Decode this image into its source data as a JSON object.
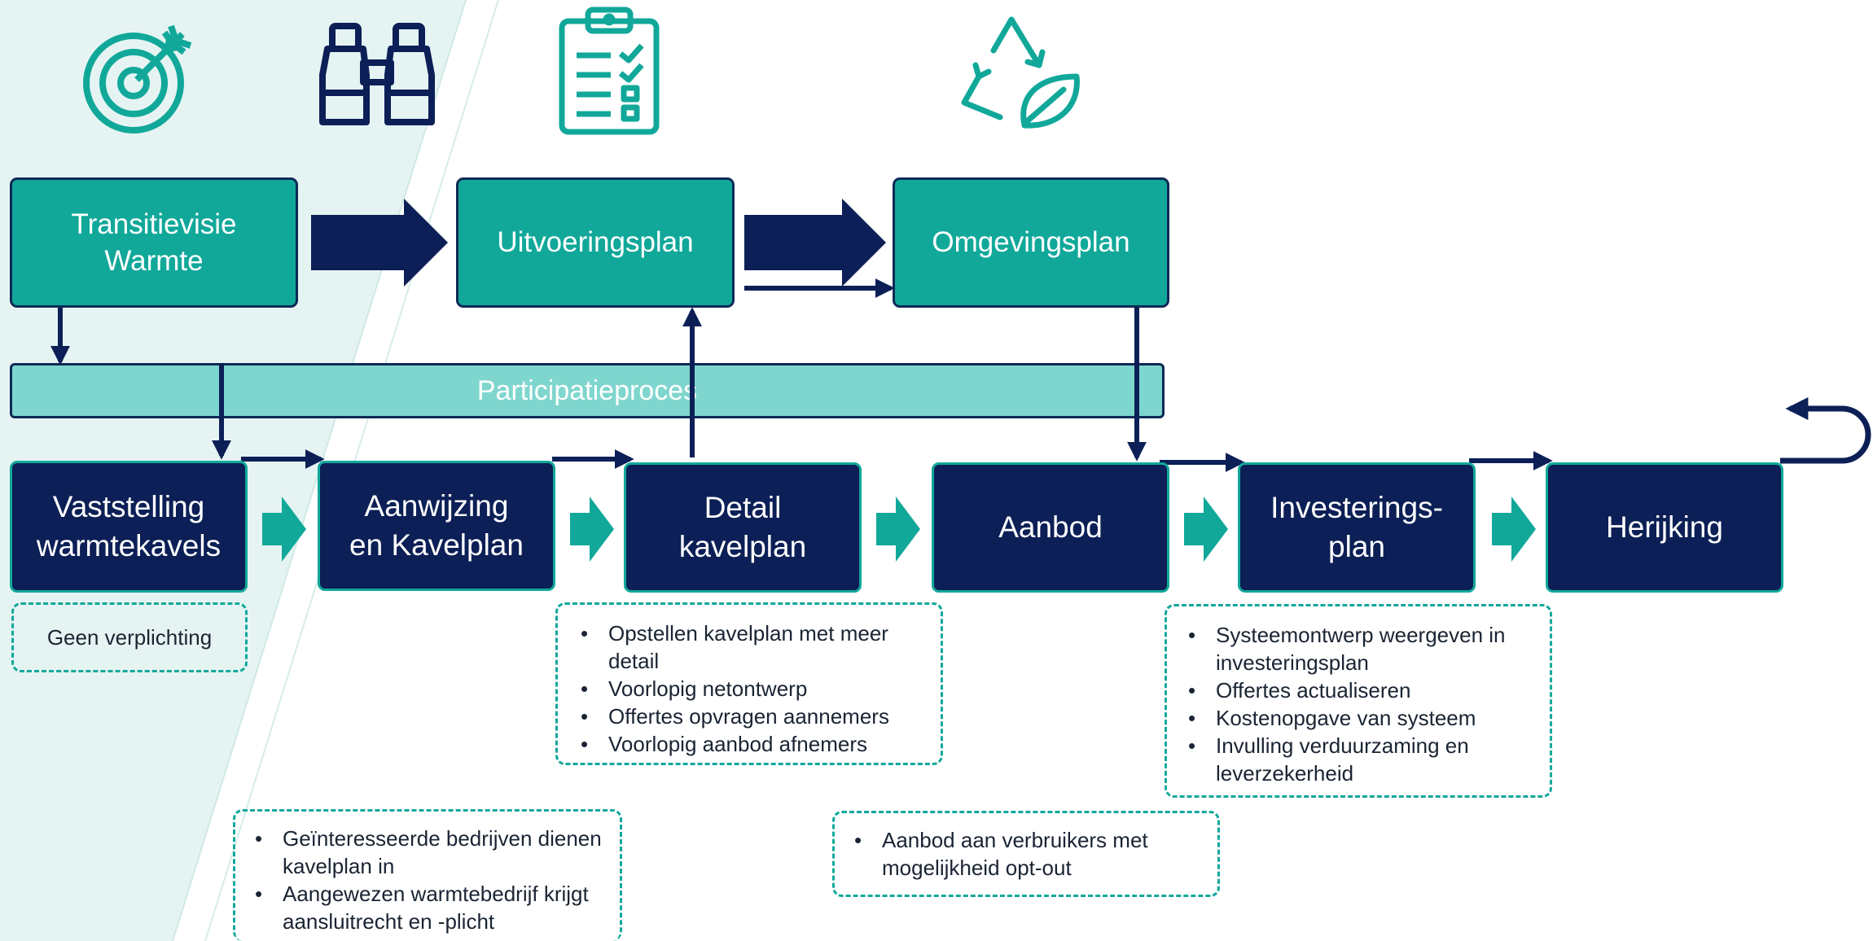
{
  "top_row": {
    "transitievisie": "Transitievisie\nWarmte",
    "uitvoeringsplan": "Uitvoeringsplan",
    "omgevingsplan": "Omgevingsplan"
  },
  "participation_bar": "Participatieproces",
  "steps": [
    {
      "label": "Vaststelling\nwarmtekavels"
    },
    {
      "label": "Aanwijzing\nen Kavelplan"
    },
    {
      "label": "Detail\nkavelplan"
    },
    {
      "label": "Aanbod"
    },
    {
      "label": "Investerings-\nplan"
    },
    {
      "label": "Herijking"
    }
  ],
  "notes": {
    "geen_verplichting": "Geen verplichting",
    "detail": [
      "Opstellen kavelplan met meer detail",
      "Voorlopig netontwerp",
      "Offertes opvragen aannemers",
      "Voorlopig aanbod afnemers"
    ],
    "investering": [
      "Systeemontwerp weergeven in investeringsplan",
      "Offertes actualiseren",
      "Kostenopgave van systeem",
      "Invulling verduurzaming en leverzekerheid"
    ],
    "aanwijzing": [
      "Geïnteresseerde bedrijven dienen kavelplan in",
      "Aangewezen warmtebedrijf krijgt aansluitrecht en -plicht"
    ],
    "aanbod": [
      "Aanbod aan verbruikers met mogelijkheid opt-out"
    ]
  },
  "icons": [
    "target-icon",
    "binoculars-icon",
    "clipboard-checklist-icon",
    "recycle-leaf-icon"
  ],
  "colors": {
    "teal": "#11a89a",
    "navy": "#0c1f56",
    "light_teal": "#7fd6ce",
    "panel": "#e5f4f2"
  }
}
